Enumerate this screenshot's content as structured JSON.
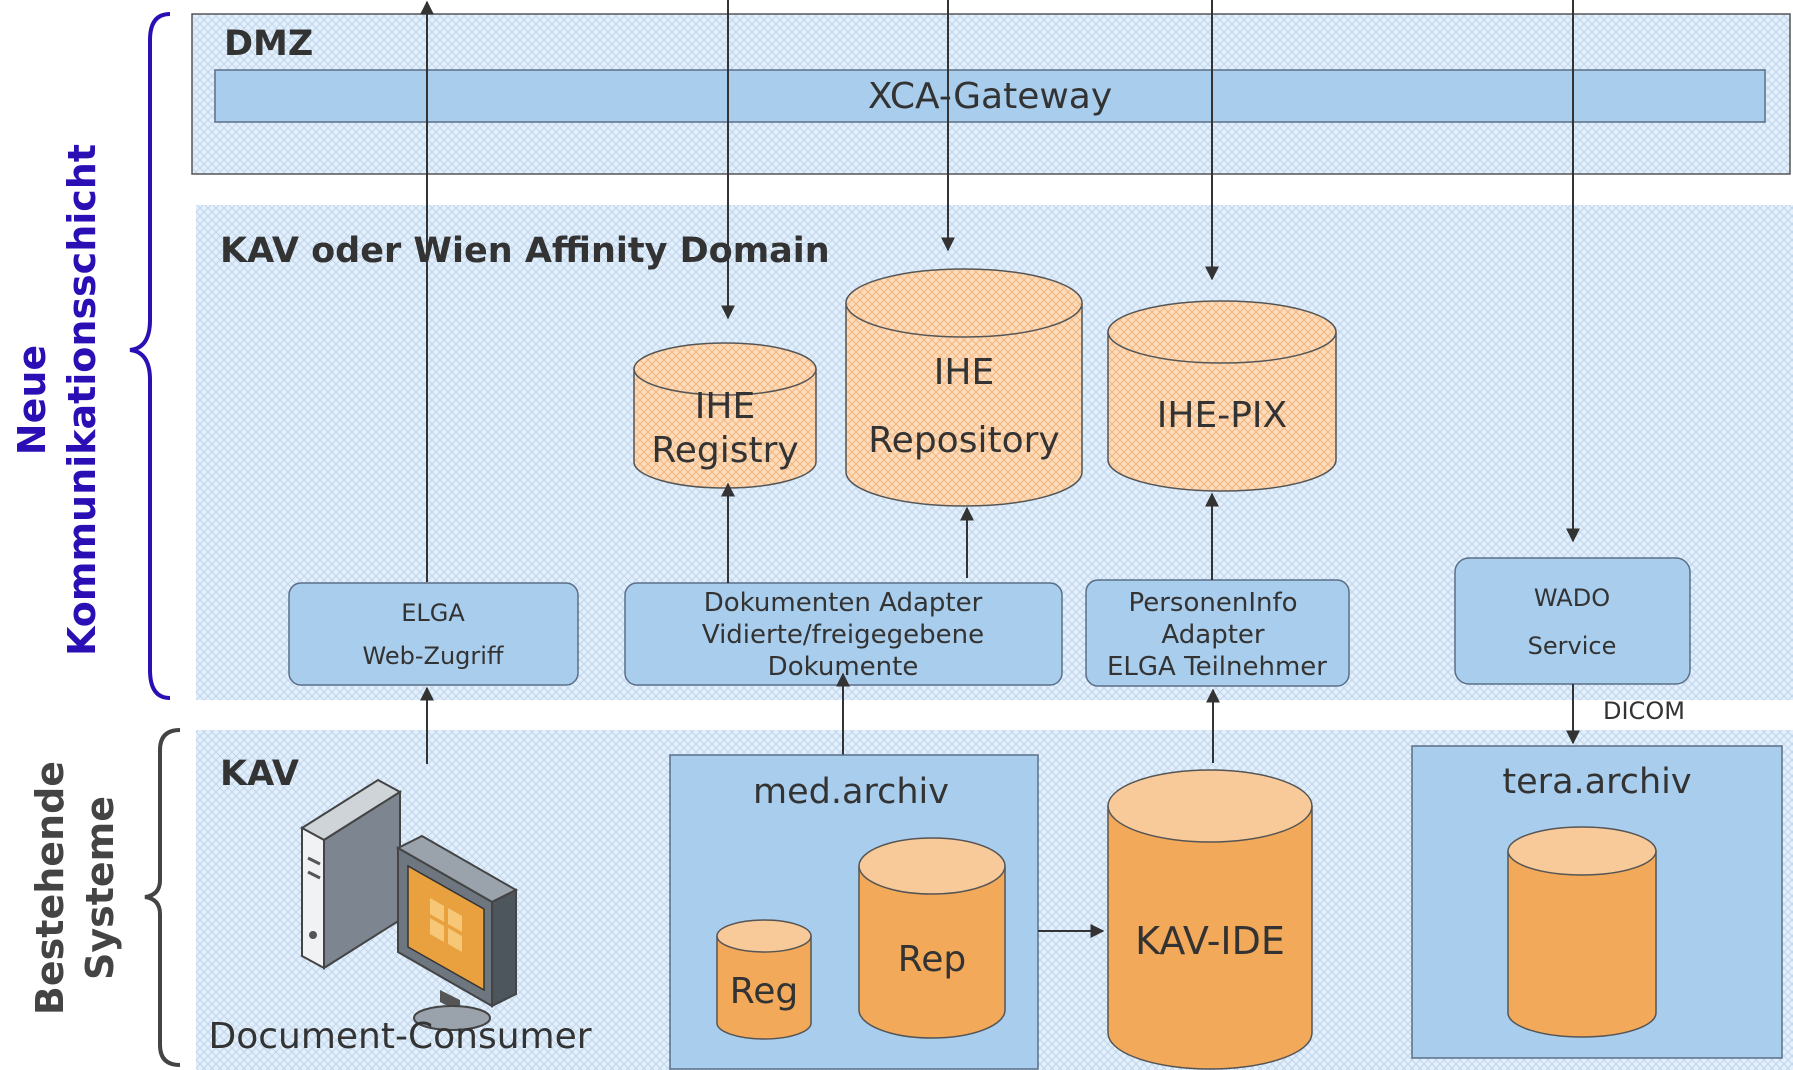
{
  "side_labels": {
    "upper": [
      "Neue",
      "Kommunikationsschicht"
    ],
    "lower": [
      "Bestehende",
      "Systeme"
    ]
  },
  "zones": {
    "dmz": "DMZ",
    "affinity": "KAV oder Wien Affinity Domain",
    "kav": "KAV"
  },
  "gateway": "XCA-Gateway",
  "ihe_registry": [
    "IHE",
    "Registry"
  ],
  "ihe_repository": [
    "IHE",
    "Repository"
  ],
  "ihe_pix": "IHE-PIX",
  "adapters": {
    "elga": [
      "ELGA",
      "Web-Zugriff"
    ],
    "dokumenten": [
      "Dokumenten Adapter",
      "Vidierte/freigegebene",
      "Dokumente"
    ],
    "personen": [
      "PersonenInfo",
      "Adapter",
      "ELGA Teilnehmer"
    ],
    "wado": [
      "WADO",
      "Service"
    ]
  },
  "dicom": "DICOM",
  "med_archiv": {
    "title": "med.archiv",
    "reg": "Reg",
    "rep": "Rep"
  },
  "kav_ide": "KAV-IDE",
  "tera_archiv": "tera.archiv",
  "consumer": "Document-Consumer",
  "colors": {
    "side_blue": "#2b0fb5",
    "side_gray": "#444444",
    "box_fill": "#a9cdec",
    "box_stroke": "#5a6f86",
    "orange": "#f2a95a",
    "orange_top": "#f8ca9a",
    "ihe_fill": "#fbd6b0",
    "text": "#333333"
  }
}
